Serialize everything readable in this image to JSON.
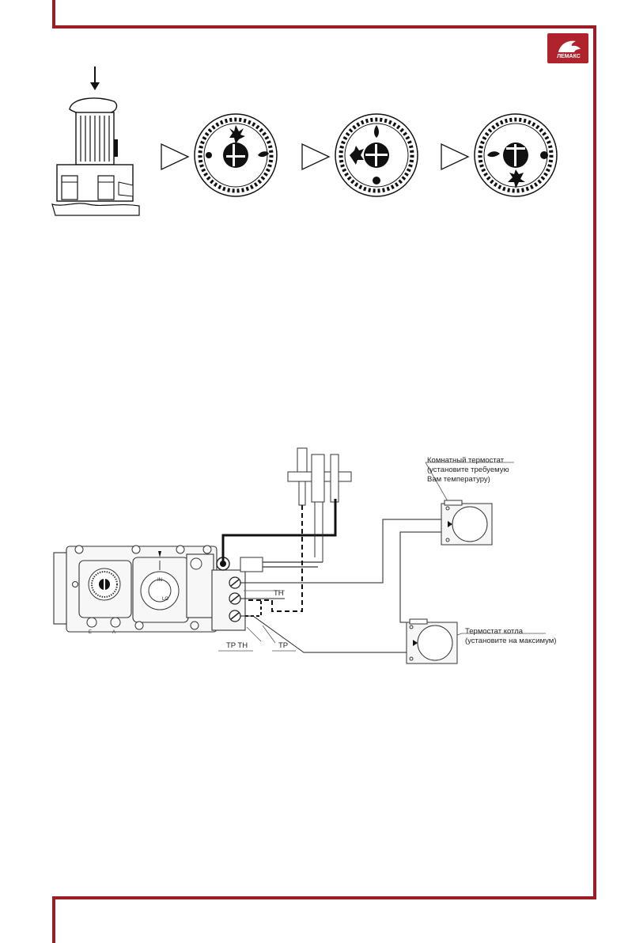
{
  "brand": {
    "name": "ЛЕМАКС",
    "color": "#9b1c24"
  },
  "diagram": {
    "room_thermostat": {
      "title": "Комнатный термостат",
      "line1": "(установите требуемую",
      "line2": "Вам температуру)"
    },
    "boiler_thermostat": {
      "title": "Термостат котла",
      "subtitle": "(установите на максимум)"
    },
    "terminals": {
      "th": "TH",
      "tp_th": "TP TH",
      "tp": "TP"
    },
    "valve_labels": {
      "in": "IN",
      "lo": "LO",
      "e": "E",
      "a": "A"
    }
  }
}
